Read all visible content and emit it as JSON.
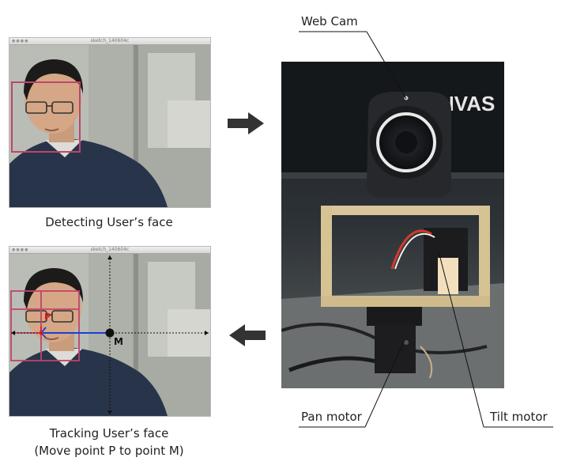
{
  "top_window": {
    "title": "sketch_140604c"
  },
  "bottom_window": {
    "title": "sketch_140604c",
    "point_p": "P",
    "point_m": "M"
  },
  "captions": {
    "detecting": "Detecting User’s face",
    "tracking_line1": "Tracking User’s face",
    "tracking_line2": "(Move point P to point M)"
  },
  "labels": {
    "web_cam": "Web Cam",
    "pan_motor": "Pan motor",
    "tilt_motor": "Tilt motor"
  },
  "camera_brand_text": "NVAS",
  "icons": [
    "arrow-right-icon",
    "arrow-left-icon"
  ],
  "colors": {
    "face_box": "#c0446a",
    "tracking_vector": "#1a3fd6",
    "point_p": "#e01818",
    "point_m": "#111111",
    "arrow": "#333333"
  }
}
